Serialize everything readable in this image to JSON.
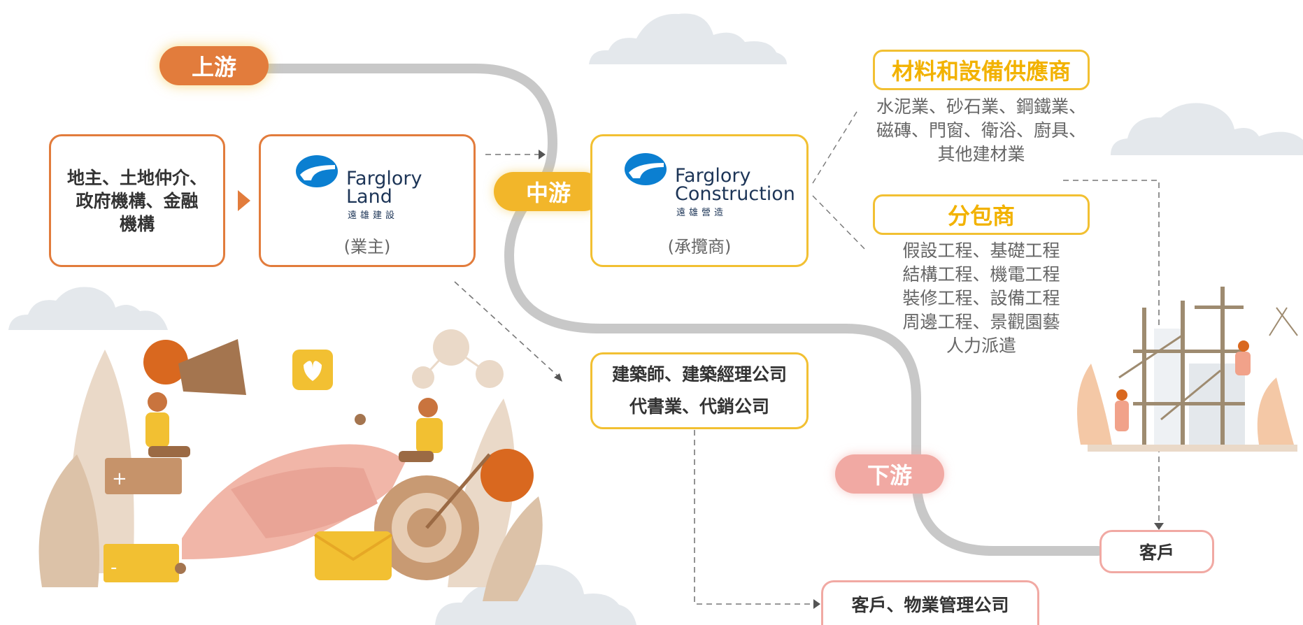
{
  "stages": {
    "upstream": "上游",
    "midstream": "中游",
    "downstream": "下游"
  },
  "upstream": {
    "sources": [
      "地主、土地仲介、",
      "政府機構、金融",
      "機構"
    ],
    "owner": {
      "brand_line1": "Farglory",
      "brand_line2": "Land",
      "brand_cn": "遠雄建設",
      "role": "(業主)",
      "logo_color": "#0b7fd1"
    }
  },
  "midstream": {
    "contractor": {
      "brand_line1": "Farglory",
      "brand_line2": "Construction",
      "brand_cn": "遠雄營造",
      "role": "(承攬商)",
      "logo_color": "#0b7fd1"
    },
    "materials": {
      "title": "材料和設備供應商",
      "lines": [
        "水泥業、砂石業、鋼鐵業、",
        "磁磚、門窗、衛浴、廚具、",
        "其他建材業"
      ]
    },
    "subcontractors": {
      "title": "分包商",
      "lines": [
        "假設工程、基礎工程",
        "結構工程、機電工程",
        "裝修工程、設備工程",
        "周邊工程、景觀園藝",
        "人力派遣"
      ]
    },
    "architects": {
      "line1": "建築師、建築經理公司",
      "line2": "代書業、代銷公司"
    }
  },
  "downstream": {
    "customer": "客戶",
    "customer_mgmt": "客戶、物業管理公司"
  },
  "colors": {
    "orange": "#e27c3c",
    "yellow": "#f2c032",
    "pink": "#f1a9a3",
    "road": "#c8c8c8",
    "cloud": "#e4e8ec"
  }
}
